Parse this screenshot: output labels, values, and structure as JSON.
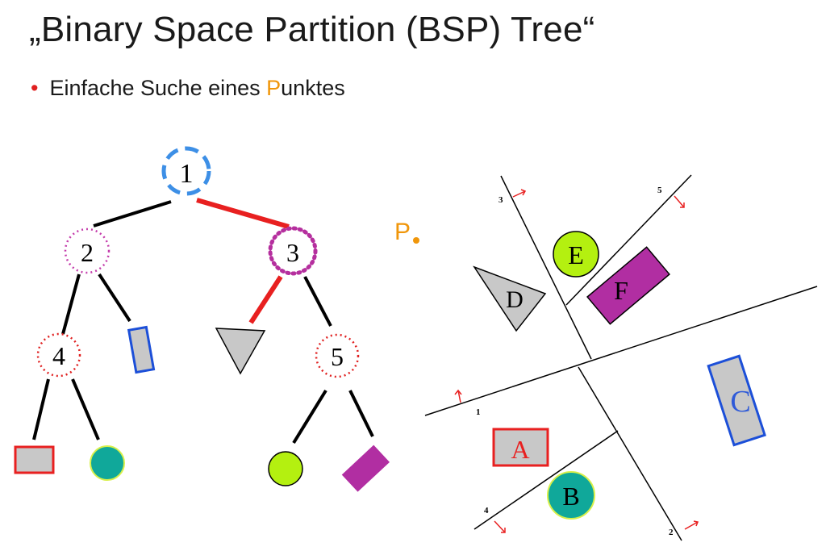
{
  "slide": {
    "title": "„Binary Space Partition (BSP) Tree“",
    "bullet": {
      "before": "Einfache Suche eines ",
      "highlight": "P",
      "after": "unktes"
    }
  },
  "colors": {
    "red": "#e82020",
    "blue_dashed": "#3d8fe6",
    "magenta": "#b52f9e",
    "purple_fill": "#b12ea2",
    "teal_fill": "#10a89a",
    "lime_fill": "#b4f010",
    "gray_fill": "#c8c8c8",
    "blue_stroke": "#1c4fd8",
    "orange": "#f0960a"
  },
  "tree": {
    "nodes": {
      "n1": "1",
      "n2": "2",
      "n3": "3",
      "n4": "4",
      "n5": "5"
    }
  },
  "scene": {
    "point_label": "P",
    "regions": {
      "A": "A",
      "B": "B",
      "C": "C",
      "D": "D",
      "E": "E",
      "F": "F"
    },
    "line_labels": {
      "l1": "1",
      "l2": "2",
      "l3": "3",
      "l4": "4",
      "l5": "5"
    }
  }
}
